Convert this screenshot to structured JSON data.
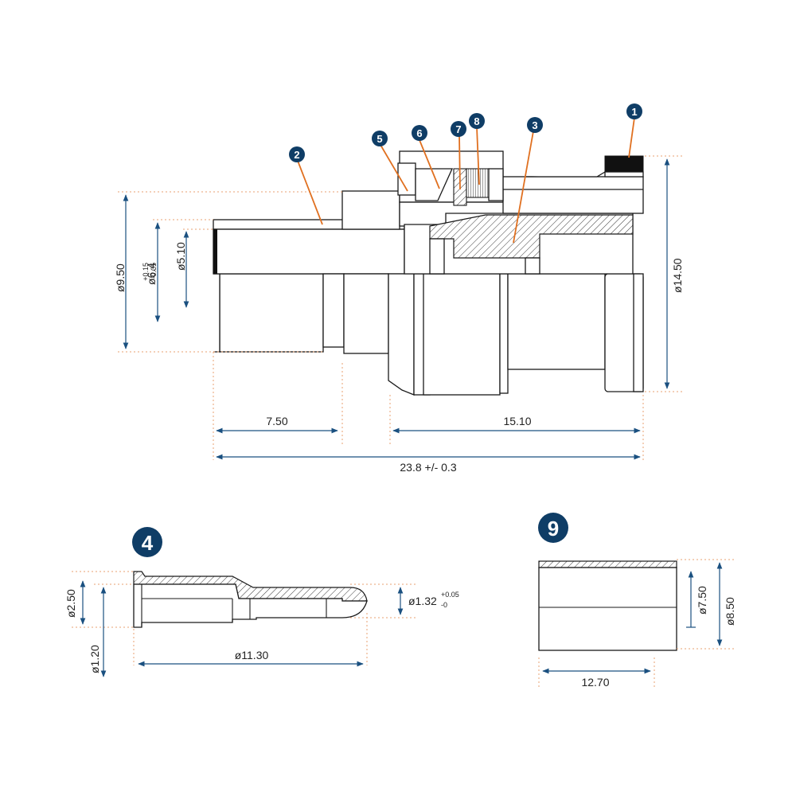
{
  "colors": {
    "callout": "#0f3d66",
    "leader": "#e07020",
    "dimension": "#1a5080",
    "guide": "#e8a070"
  },
  "callouts": [
    "1",
    "2",
    "3",
    "4",
    "5",
    "6",
    "7",
    "8",
    "9"
  ],
  "dimensions": {
    "d9_50": "ø9.50",
    "d6_4_base": "ø6.4",
    "d6_4_tol_plus": "+0.15",
    "d6_4_tol_minus": "-0.05",
    "d5_10": "ø5.10",
    "d14_50": "ø14.50",
    "l7_50": "7.50",
    "l15_10": "15.10",
    "l23_8": "23.8 +/- 0.3",
    "d2_50": "ø2.50",
    "d1_20": "ø1.20",
    "l11_30": "ø11.30",
    "d1_32_base": "ø1.32",
    "d1_32_tol_plus": "+0.05",
    "d1_32_tol_minus": "-0",
    "d7_50": "ø7.50",
    "d8_50": "ø8.50",
    "l12_70": "12.70"
  }
}
